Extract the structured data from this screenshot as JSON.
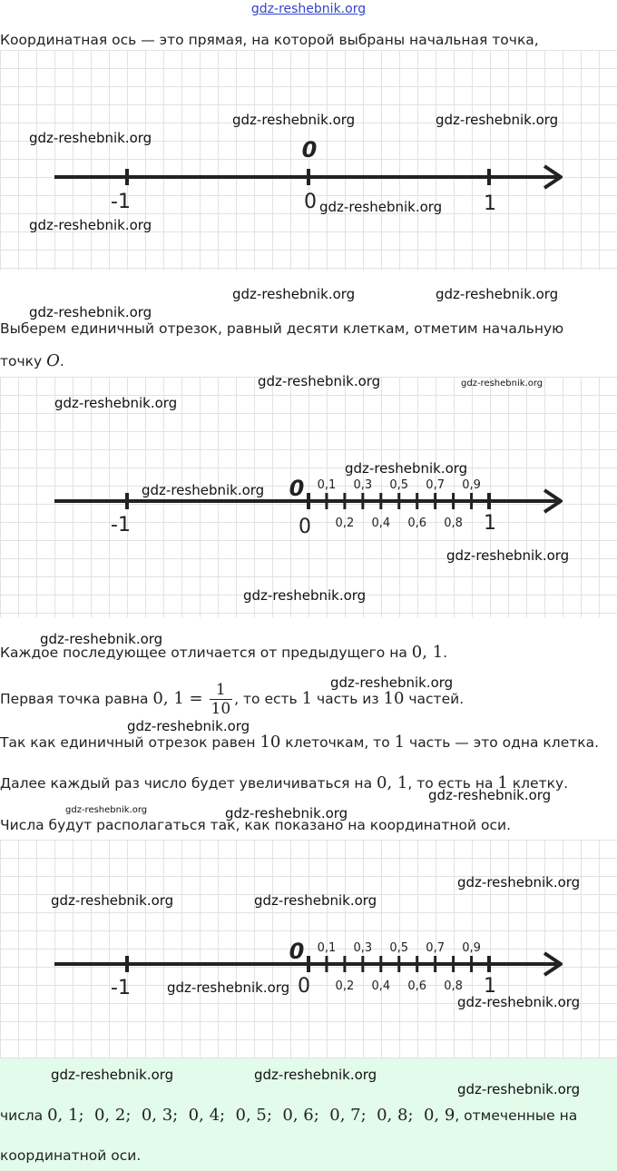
{
  "header": {
    "site": "gdz-reshebnik.org"
  },
  "watermark": "gdz-reshebnik.org",
  "text": {
    "intro": "Координатная ось — это прямая, на которой выбраны начальная точка,",
    "choose_line1": "Выберем единичный отрезок, равный десяти клеткам, отметим начальную",
    "choose_line2_pre": "точку",
    "choose_line2_var": "O",
    "choose_line2_post": ".",
    "each_pre": "Каждое последующее отличается от предыдущего на",
    "each_val": "0, 1",
    "each_post": ".",
    "first_pre": "Первая точка равна",
    "first_val": "0, 1 =",
    "first_num": "1",
    "first_den": "10",
    "first_mid": ", то есть",
    "first_one": "1",
    "first_mid2": "часть из",
    "first_ten": "10",
    "first_post": "частей.",
    "since_pre": "Так как единичный отрезок равен",
    "since_val": "10",
    "since_mid": "клеточкам, то",
    "since_one": "1",
    "since_post": "часть — это одна клетка.",
    "further_pre": "Далее каждый раз число будет увеличиваться на",
    "further_val": "0, 1",
    "further_mid": ", то есть на",
    "further_one": "1",
    "further_post": "клетку.",
    "numbers": "Числа будут располагаться так, как показано на координатной оси.",
    "answer_pre": "числа",
    "answer_vals": "0, 1;  0, 2;  0, 3;  0, 4;  0, 5;  0, 6;  0, 7;  0, 8;  0, 9",
    "answer_post": ", отмеченные на",
    "answer_line2": "координатной оси."
  },
  "axis": {
    "origin_italic": "0",
    "zero": "0",
    "minus_one": "-1",
    "one": "1",
    "tenths": [
      "0,1",
      "0,2",
      "0,3",
      "0,4",
      "0,5",
      "0,6",
      "0,7",
      "0,8",
      "0,9"
    ]
  },
  "colors": {
    "axis": "#222222",
    "grid": "#e2e2e2",
    "answer_bg": "#e3fbea",
    "header_link": "#3344cc"
  }
}
